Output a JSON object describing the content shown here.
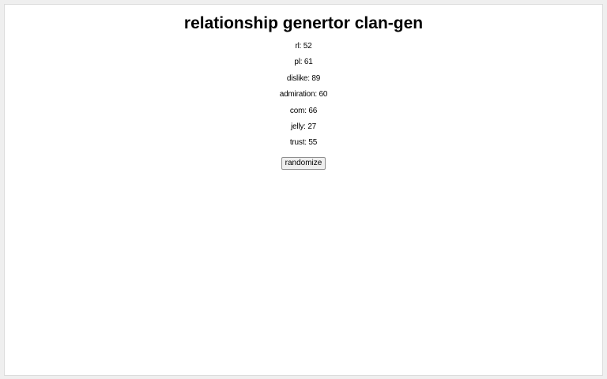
{
  "page": {
    "title": "relationship genertor clan-gen"
  },
  "stats": [
    {
      "label": "rl",
      "value": 52,
      "text": "rl: 52"
    },
    {
      "label": "pl",
      "value": 61,
      "text": "pl: 61"
    },
    {
      "label": "dislike",
      "value": 89,
      "text": "dislike: 89"
    },
    {
      "label": "admiration",
      "value": 60,
      "text": "admiration: 60"
    },
    {
      "label": "com",
      "value": 66,
      "text": "com: 66"
    },
    {
      "label": "jelly",
      "value": 27,
      "text": "jelly: 27"
    },
    {
      "label": "trust",
      "value": 55,
      "text": "trust: 55"
    }
  ],
  "actions": {
    "randomize_label": "randomize"
  }
}
